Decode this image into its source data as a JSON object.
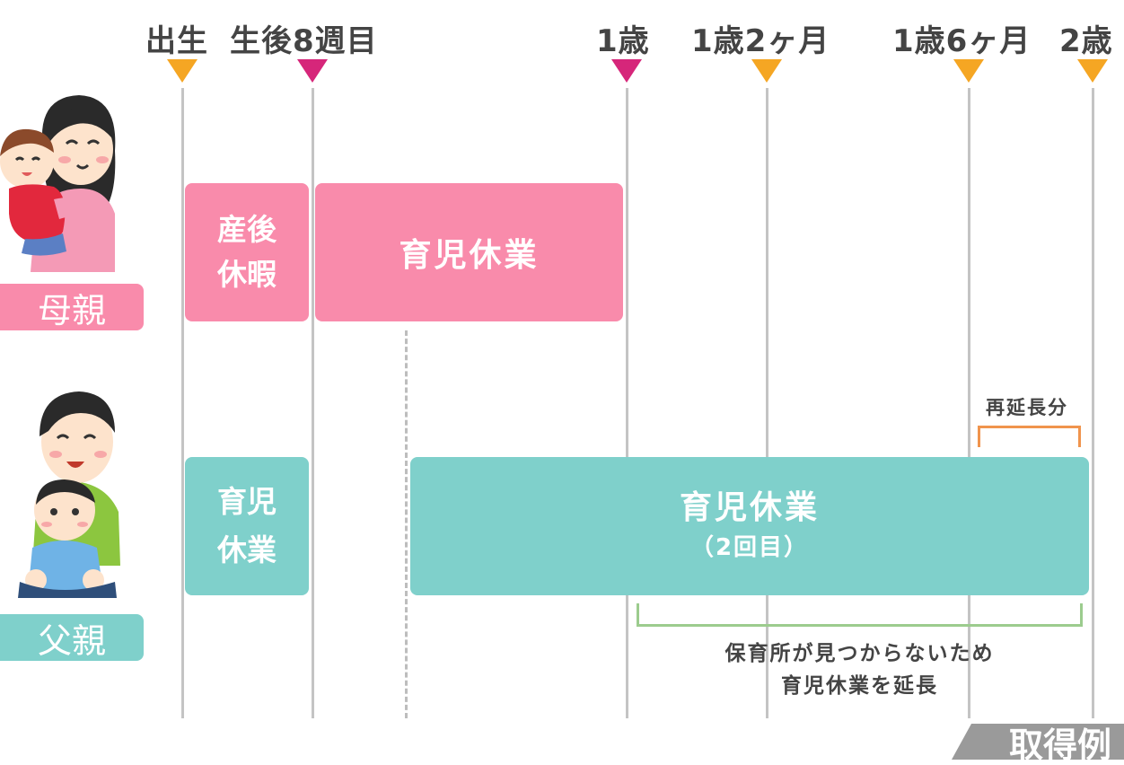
{
  "timeline": {
    "milestones": [
      {
        "label": "出生",
        "color": "#f5a623"
      },
      {
        "label": "生後8週目",
        "color": "#d6267a"
      },
      {
        "label": "1歳",
        "color": "#d6267a"
      },
      {
        "label": "1歳2ヶ月",
        "color": "#f5a623"
      },
      {
        "label": "1歳6ヶ月",
        "color": "#f5a623"
      },
      {
        "label": "2歳",
        "color": "#f5a623"
      }
    ]
  },
  "mother": {
    "role_label": "母親",
    "color": "#f98bab",
    "bars": {
      "postpartum": {
        "line1": "産後",
        "line2": "休暇"
      },
      "childcare": {
        "label": "育児休業"
      }
    }
  },
  "father": {
    "role_label": "父親",
    "color": "#7fd0cb",
    "bars": {
      "first_leave": {
        "line1": "育児",
        "line2": "休業"
      },
      "second_leave": {
        "label": "育児休業",
        "sub": "（2回目）"
      }
    }
  },
  "annotations": {
    "re_extension": {
      "label": "再延長分",
      "color": "#f0944d"
    },
    "extension_note": {
      "line1": "保育所が見つからないため",
      "line2": "育児休業を延長",
      "color": "#9ccc8e"
    }
  },
  "corner_tab": {
    "text": "取得例"
  }
}
